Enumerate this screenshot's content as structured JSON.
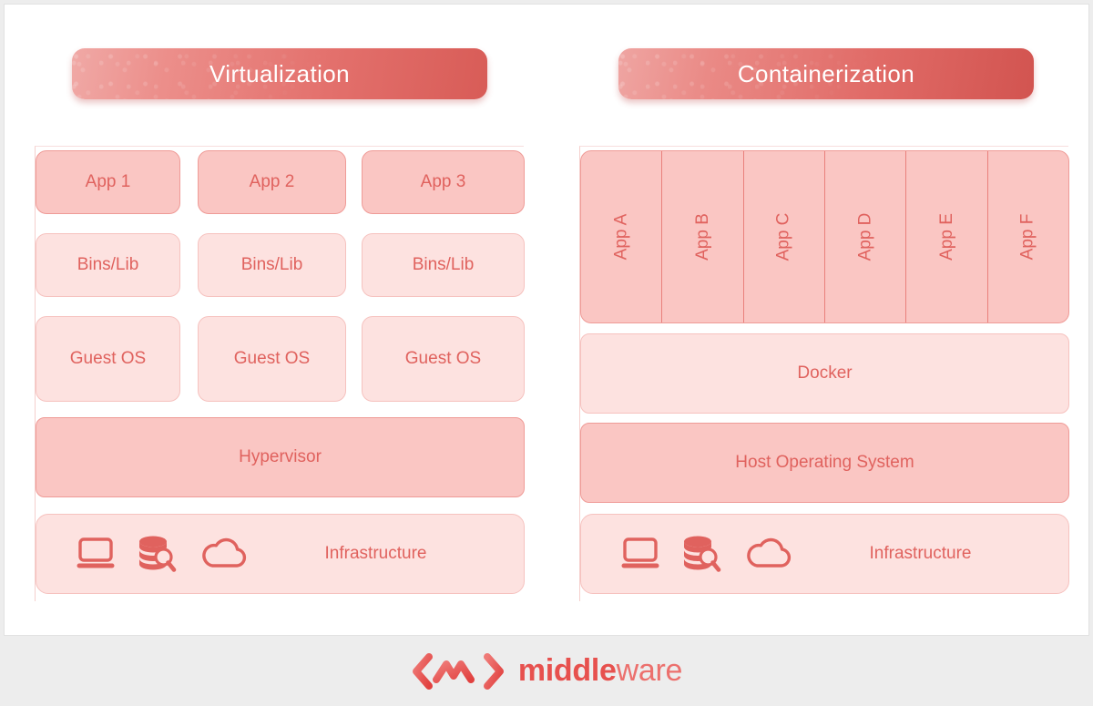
{
  "left": {
    "banner": "Virtualization",
    "apps": [
      "App 1",
      "App 2",
      "App 3"
    ],
    "bins": [
      "Bins/Lib",
      "Bins/Lib",
      "Bins/Lib"
    ],
    "guest_os": [
      "Guest OS",
      "Guest OS",
      "Guest OS"
    ],
    "hypervisor": "Hypervisor",
    "infrastructure": "Infrastructure"
  },
  "right": {
    "banner": "Containerization",
    "apps": [
      "App A",
      "App B",
      "App C",
      "App D",
      "App E",
      "App F"
    ],
    "docker": "Docker",
    "host_os": "Host Operating System",
    "infrastructure": "Infrastructure"
  },
  "icons": [
    "laptop-icon",
    "database-search-icon",
    "cloud-icon"
  ],
  "footer": {
    "brand_bold": "middle",
    "brand_light": "ware",
    "mark": "middleware-chevron-logo"
  },
  "colors": {
    "accent": "#e0625e",
    "banner_start": "#f0a9a6",
    "banner_end": "#d85c57",
    "tone_mid": "#fac6c3",
    "tone_light": "#fde2e0",
    "footer_bg": "#ededed",
    "card_bg": "#ffffff"
  }
}
